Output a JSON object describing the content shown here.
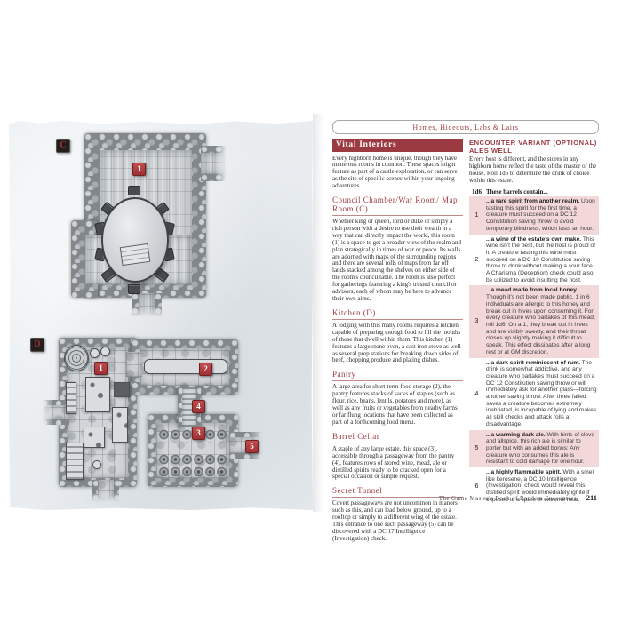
{
  "colors": {
    "accent_maroon": "#9b3b41",
    "marker_red": "#a53338",
    "row_highlight": "#f3d8da"
  },
  "page": {
    "header_banner": "Homes, Hideouts, Labs & Lairs",
    "footer": {
      "book_title": "The Game Master's Book of Random Encounters",
      "page_number": "211"
    }
  },
  "maps": {
    "c": {
      "label": "C",
      "marker_1": "1"
    },
    "d": {
      "label": "D",
      "marker_1": "1",
      "marker_2": "2",
      "marker_3": "3",
      "marker_4": "4",
      "marker_5": "5"
    }
  },
  "left_column": {
    "banner_title": "Vital Interiors",
    "intro": "Every highborn home is unique, though they have numerous rooms in common. These spaces might feature as part of a castle exploration, or can serve as the site of specific scenes within your ongoing adventures.",
    "sections": [
      {
        "heading": "Council Chamber/War Room/ Map Room (C)",
        "body": "Whether king or queen, lord or duke or simply a rich person with a desire to use their wealth in a way that can directly impact the world, this room (1) is a space to get a broader view of the realm and plan strategically in times of war or peace. Its walls are adorned with maps of the surrounding regions and there are several rolls of maps from far off lands stacked among the shelves on either side of the room's council table. The room is also perfect for gatherings featuring a king's trusted council or advisors, each of whom may be here to advance their own aims."
      },
      {
        "heading": "Kitchen (D)",
        "body": "A lodging with this many rooms requires a kitchen capable of preparing enough food to fill the mouths of those that dwell within them. This kitchen (1) features a large stone oven, a cast iron stove as well as several prep stations for breaking down sides of beef, chopping produce and plating dishes."
      },
      {
        "heading": "Pantry",
        "body": "A large area for short-term food storage (2), the pantry features stacks of sacks of staples (such as flour, rice, beans, lentils, potatoes and more), as well as any fruits or vegetables from nearby farms or far flung locations that have been collected as part of a forthcoming food menu."
      },
      {
        "heading": "Barrel Cellar",
        "body": "A staple of any large estate, this space (3), accessible through a passageway from the pantry (4), features rows of stored wine, mead, ale or distilled spirits ready to be cracked open for a special occasion or simple request."
      },
      {
        "heading": "Secret Tunnel",
        "body": "Covert passageways are not uncommon in manors such as this, and can lead below ground, up to a rooftop or simply to a different wing of the estate. This entrance to one such passageway (5) can be discovered with a DC 17 Intelligence (Investigation) check."
      }
    ]
  },
  "right_column": {
    "heading_line1": "Encounter Variant (Optional)",
    "heading_line2": "Ales Well",
    "intro": "Every host is different, and the stores in any highborn home reflect the taste of the master of the house. Roll 1d6 to determine the drink of choice within this estate.",
    "table": {
      "col1_header": "1d6",
      "col2_header": "These barrels contain...",
      "rows": [
        {
          "roll": "1",
          "lead": "...a rare spirit from another realm.",
          "text": "Upon tasting this spirit for the first time, a creature must succeed on a DC 12 Constitution saving throw to avoid temporary blindness, which lasts an hour.",
          "highlight": true
        },
        {
          "roll": "2",
          "lead": "...a wine of the estate's own make.",
          "text": "This wine isn't the best, but the host is proud of it. A creature tasting this wine must succeed on a DC 10 Constitution saving throw to drink without making a sour face. A Charisma (Deception) check could also be utilized to avoid insulting the host.",
          "highlight": false
        },
        {
          "roll": "3",
          "lead": "...a mead made from local honey.",
          "text": "Though it's not been made public, 1 in 6 individuals are allergic to this honey and break out in hives upon consuming it. For every creature who partakes of this mead, roll 1d6. On a 1, they break out in hives and are visibly sweaty, and their throat closes up slightly making it difficult to speak. This effect dissipates after a long rest or at GM discretion.",
          "highlight": true
        },
        {
          "roll": "4",
          "lead": "...a dark spirit reminiscent of rum.",
          "text": "The drink is somewhat addictive, and any creature who partakes must succeed on a DC 12 Constitution saving throw or will immediately ask for another glass—forcing another saving throw. After three failed saves a creature becomes extremely inebriated, is incapable of lying and makes all skill checks and attack rolls at disadvantage.",
          "highlight": false
        },
        {
          "roll": "5",
          "lead": "...a warming dark ale.",
          "text": "With hints of clove and allspice, this rich ale is similar to porter but with an added bonus: Any creature who consumes this ale is resistant to cold damage for one hour.",
          "highlight": true
        },
        {
          "roll": "6",
          "lead": "...a highly flammable spirit.",
          "text": "With a smell like kerosene, a DC 10 Intelligence (Investigation) check would reveal this distilled spirit would immediately ignite if exposed to a spark or extreme heat.",
          "highlight": false
        }
      ]
    }
  }
}
